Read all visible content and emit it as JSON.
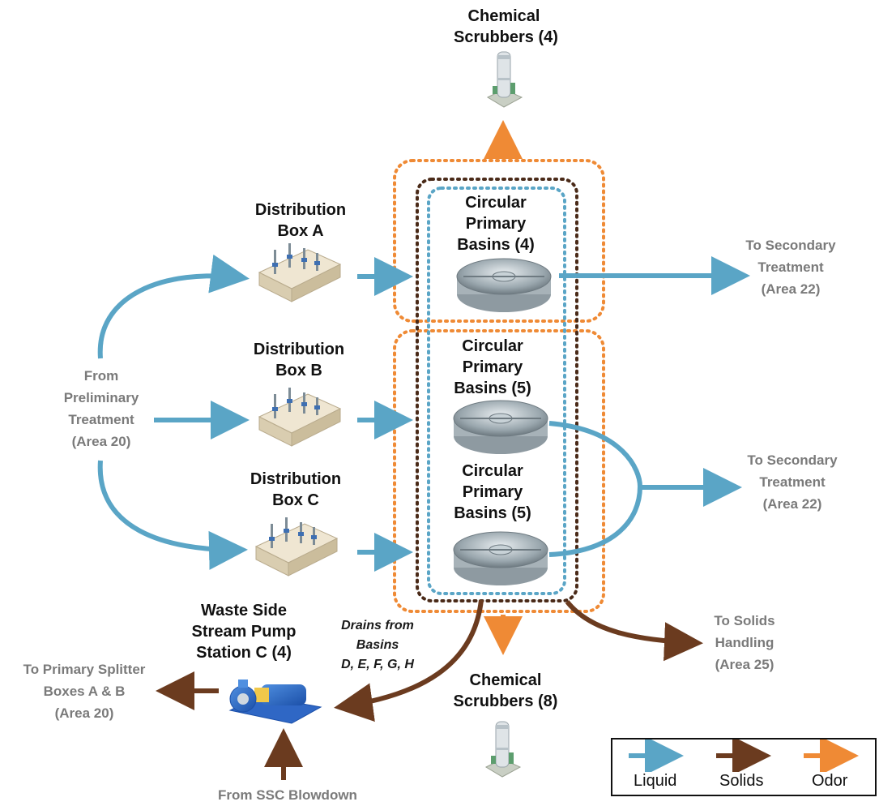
{
  "colors": {
    "liquid": "#5aa5c6",
    "solids": "#6b3b1f",
    "odor": "#ef8a35",
    "odor_dots": "#ef8a35",
    "solids_dots": "#4a2a18",
    "liquid_dots": "#5aa5c6"
  },
  "labels": {
    "chem_top": [
      "Chemical",
      "Scrubbers (4)"
    ],
    "chem_bottom": [
      "Chemical",
      "Scrubbers (8)"
    ],
    "dist_a": [
      "Distribution",
      "Box A"
    ],
    "dist_b": [
      "Distribution",
      "Box B"
    ],
    "dist_c": [
      "Distribution",
      "Box C"
    ],
    "basins_4": [
      "Circular",
      "Primary",
      "Basins (4)"
    ],
    "basins_5a": [
      "Circular",
      "Primary",
      "Basins (5)"
    ],
    "basins_5b": [
      "Circular",
      "Primary",
      "Basins (5)"
    ],
    "from_prelim": [
      "From",
      "Preliminary",
      "Treatment",
      "(Area 20)"
    ],
    "to_secondary_1": [
      "To Secondary",
      "Treatment",
      "(Area 22)"
    ],
    "to_secondary_2": [
      "To Secondary",
      "Treatment",
      "(Area 22)"
    ],
    "waste_pump": [
      "Waste Side",
      "Stream Pump",
      "Station C (4)"
    ],
    "drains": [
      "Drains from",
      "Basins",
      "D, E, F, G, H"
    ],
    "to_solids": [
      "To Solids",
      "Handling",
      "(Area 25)"
    ],
    "to_splitter": [
      "To Primary Splitter",
      "Boxes A & B",
      "(Area 20)"
    ],
    "from_ssc": "From SSC Blowdown"
  },
  "legend": {
    "liquid": "Liquid",
    "solids": "Solids",
    "odor": "Odor"
  }
}
